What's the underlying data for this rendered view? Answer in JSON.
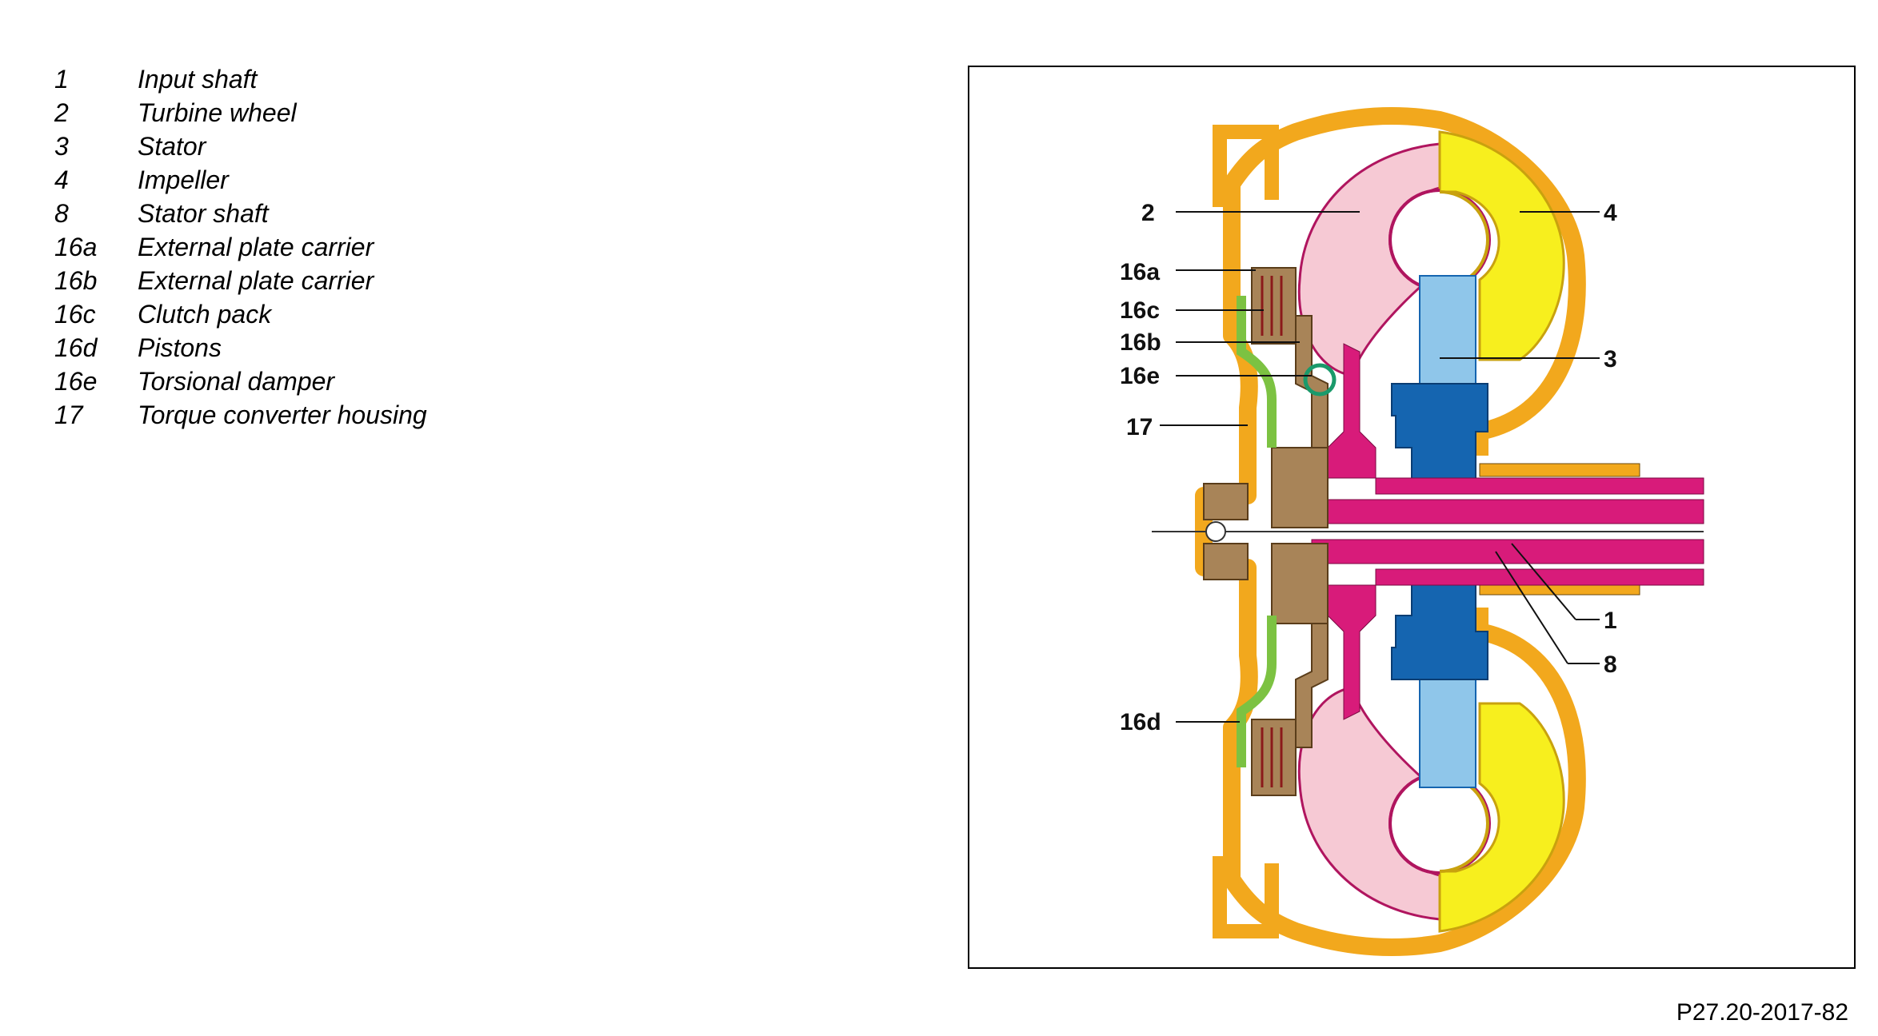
{
  "legend": [
    {
      "num": "1",
      "label": "Input shaft"
    },
    {
      "num": "2",
      "label": "Turbine wheel"
    },
    {
      "num": "3",
      "label": "Stator"
    },
    {
      "num": "4",
      "label": "Impeller"
    },
    {
      "num": "8",
      "label": "Stator shaft"
    },
    {
      "num": "16a",
      "label": "External plate carrier"
    },
    {
      "num": "16b",
      "label": "External plate carrier"
    },
    {
      "num": "16c",
      "label": "Clutch pack"
    },
    {
      "num": "16d",
      "label": "Pistons"
    },
    {
      "num": "16e",
      "label": "Torsional damper"
    },
    {
      "num": "17",
      "label": "Torque converter housing"
    }
  ],
  "callouts": {
    "c2": "2",
    "c4": "4",
    "c16a": "16a",
    "c16c": "16c",
    "c16b": "16b",
    "c16e": "16e",
    "c3": "3",
    "c17": "17",
    "c1": "1",
    "c8": "8",
    "c16d": "16d"
  },
  "figure_code": "P27.20-2017-82",
  "colors": {
    "housing": "#f2a81d",
    "turbine": "#f6c9d4",
    "impeller": "#f7ef1e",
    "stator_light": "#8fc6ea",
    "stator_dark": "#1565b0",
    "shaft": "#d81b7a",
    "clutch": "#a88458",
    "piston": "#7cc242",
    "damper": "#1a9a6b"
  }
}
